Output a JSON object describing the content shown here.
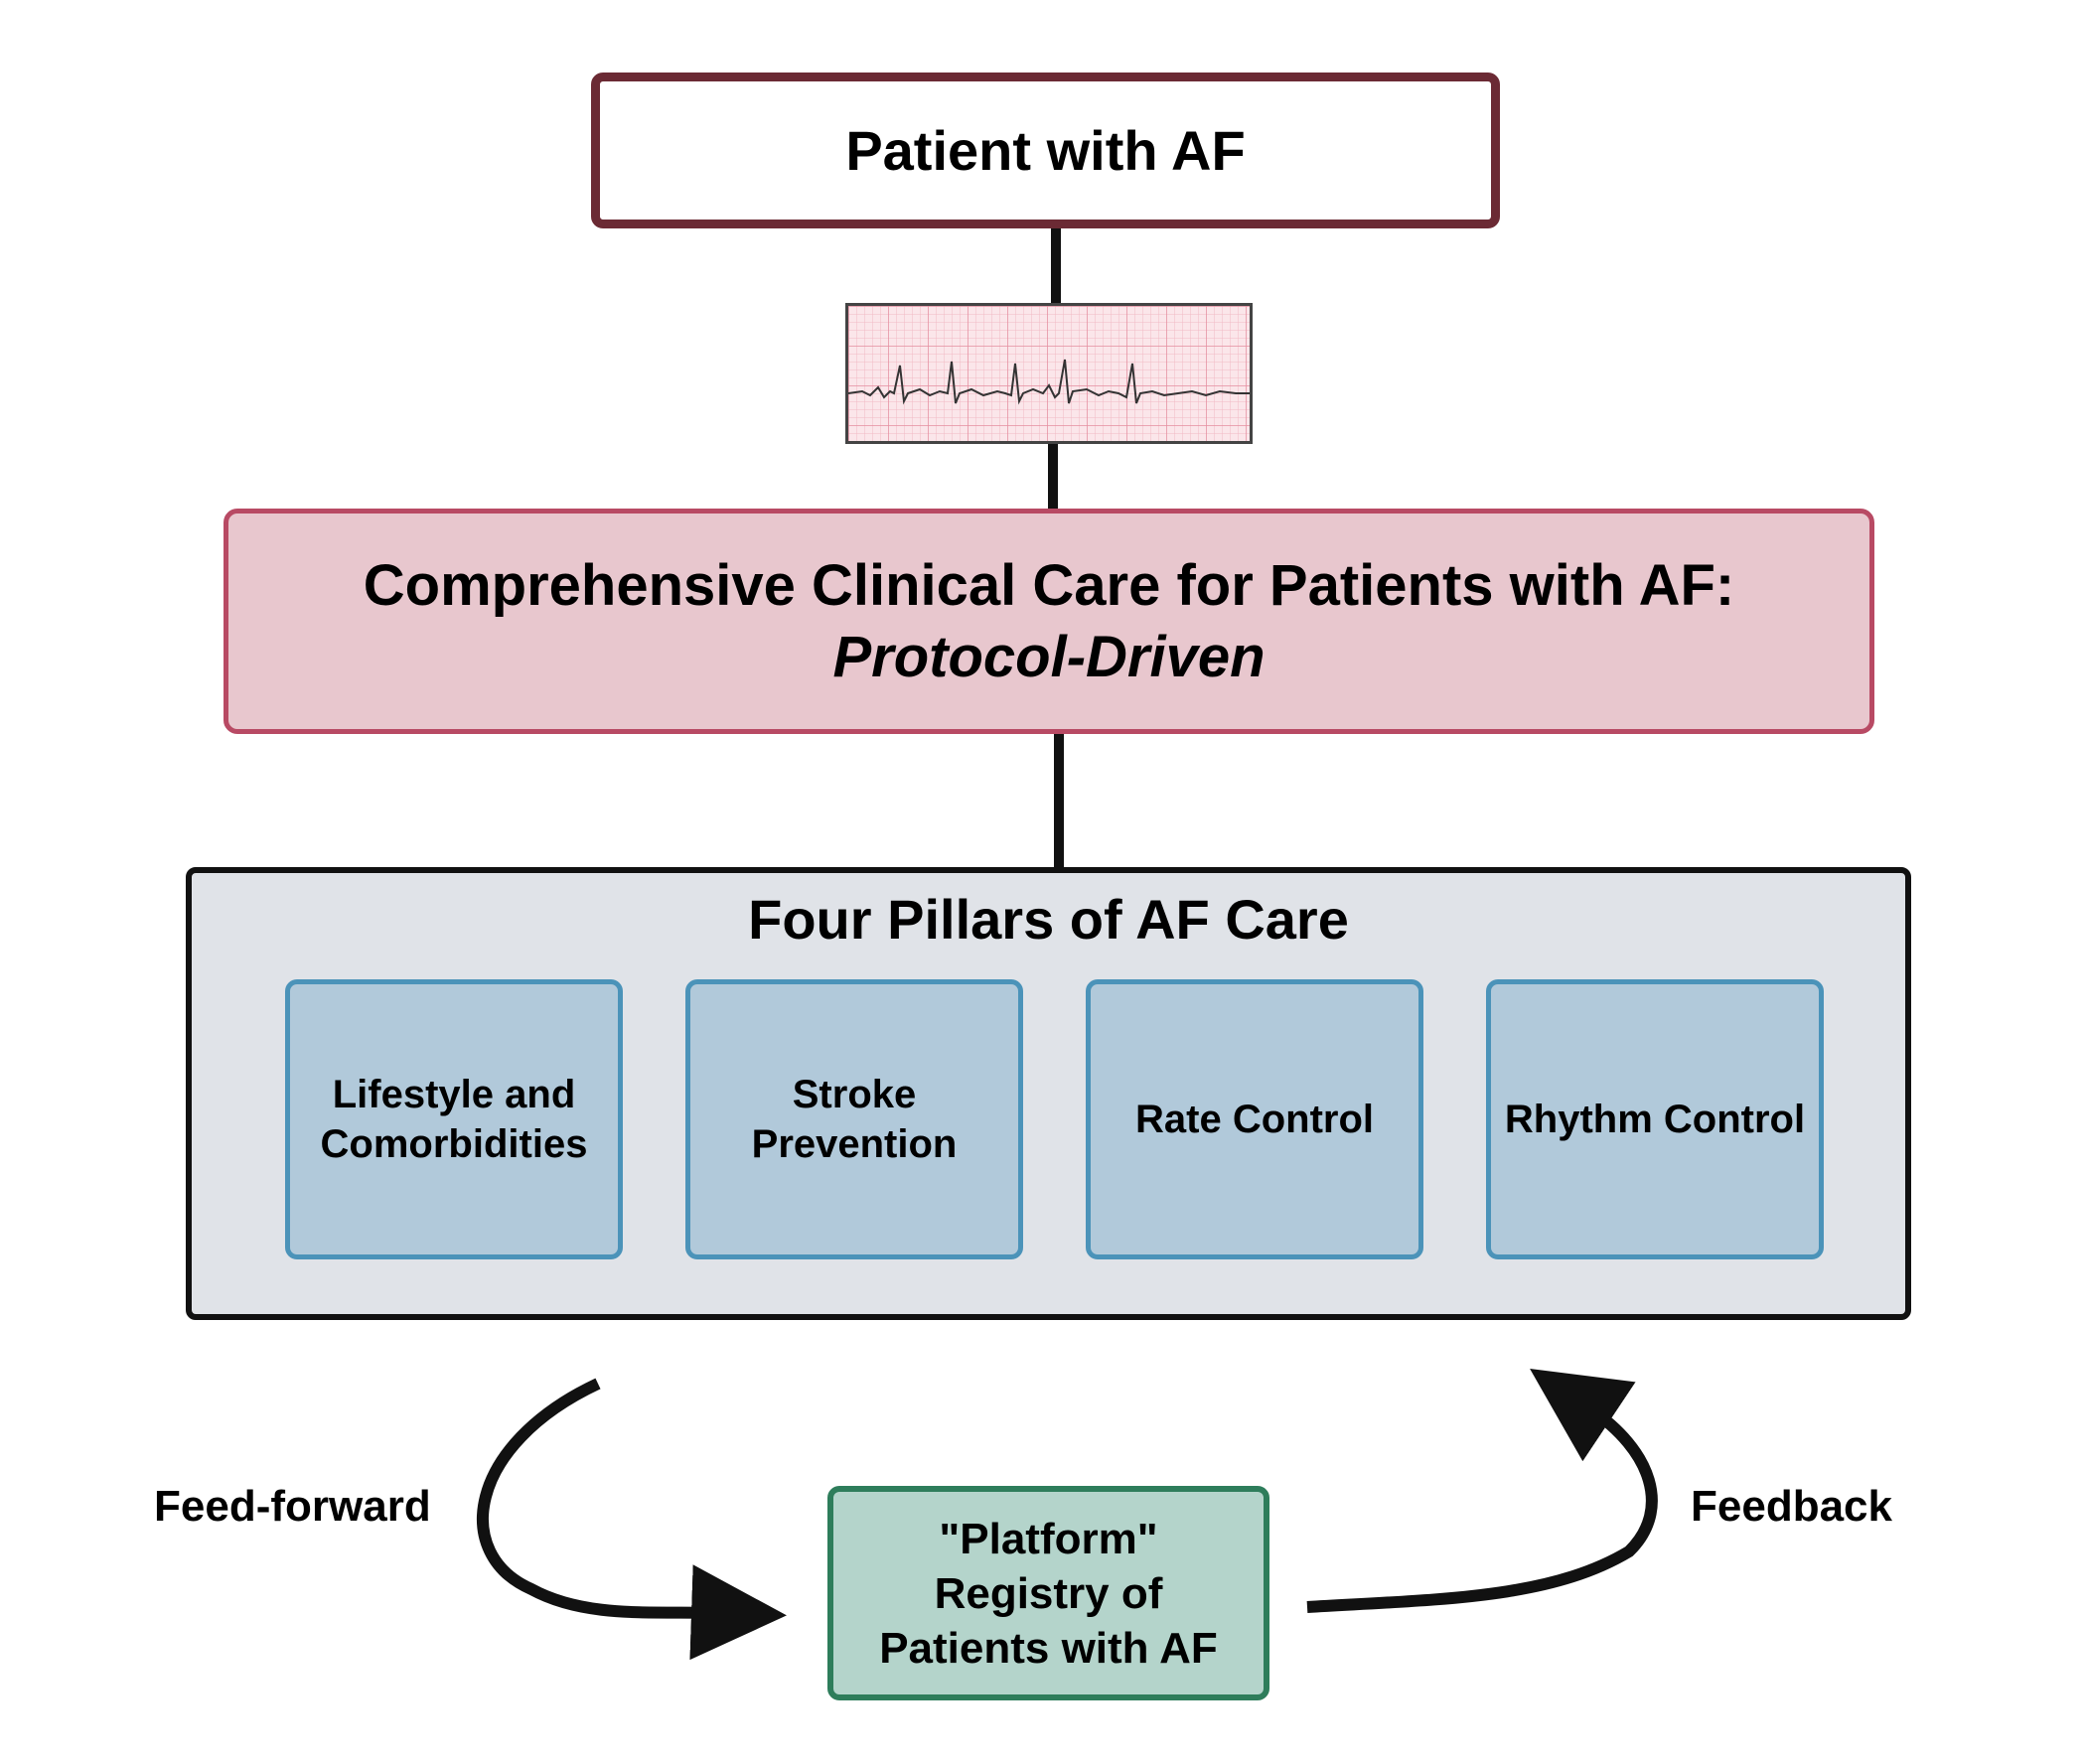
{
  "diagram": {
    "patient_box": {
      "label": "Patient with AF"
    },
    "care_box": {
      "title": "Comprehensive Clinical Care for Patients with AF:",
      "subtitle": "Protocol-Driven"
    },
    "pillars": {
      "title": "Four Pillars of AF Care",
      "items": [
        {
          "label": "Lifestyle and Comorbidities"
        },
        {
          "label": "Stroke Prevention"
        },
        {
          "label": "Rate Control"
        },
        {
          "label": "Rhythm Control"
        }
      ]
    },
    "registry_box": {
      "line1": "\"Platform\"",
      "line2": "Registry of",
      "line3": "Patients with AF"
    },
    "feedforward_label": "Feed-forward",
    "feedback_label": "Feedback"
  },
  "colors": {
    "patient_border": "#6b2a34",
    "care_fill": "#e8c7ce",
    "care_border": "#b84a64",
    "pillars_fill": "#e0e3e8",
    "pillar_fill": "#b1c9da",
    "pillar_border": "#4b93b9",
    "registry_fill": "#b4d4cb",
    "registry_border": "#2e7d5b",
    "ecg_background": "#fbe6ea"
  },
  "icons": {
    "ecg": "ecg-strip-icon",
    "feedforward_arrow": "curved-arrow-icon",
    "feedback_arrow": "curved-arrow-icon"
  }
}
